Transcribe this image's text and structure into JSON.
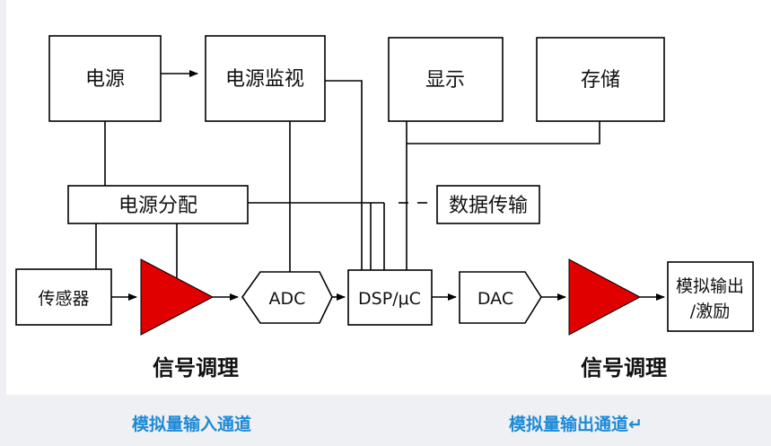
{
  "blocks": {
    "power": "电源",
    "power_monitor": "电源监视",
    "display": "显示",
    "storage": "存储",
    "power_distribution": "电源分配",
    "data_transfer": "数据传输",
    "sensor": "传感器",
    "adc": "ADC",
    "dsp": "DSP/μC",
    "dac": "DAC",
    "analog_output_line1": "模拟输出",
    "analog_output_line2": "/激励"
  },
  "labels": {
    "signal_conditioning_left": "信号调理",
    "signal_conditioning_right": "信号调理"
  },
  "captions": {
    "input_channel": "模拟量输入通道",
    "output_channel": "模拟量输出通道↵"
  },
  "colors": {
    "amplifier": "#e00000",
    "caption": "#1e8ad6"
  }
}
